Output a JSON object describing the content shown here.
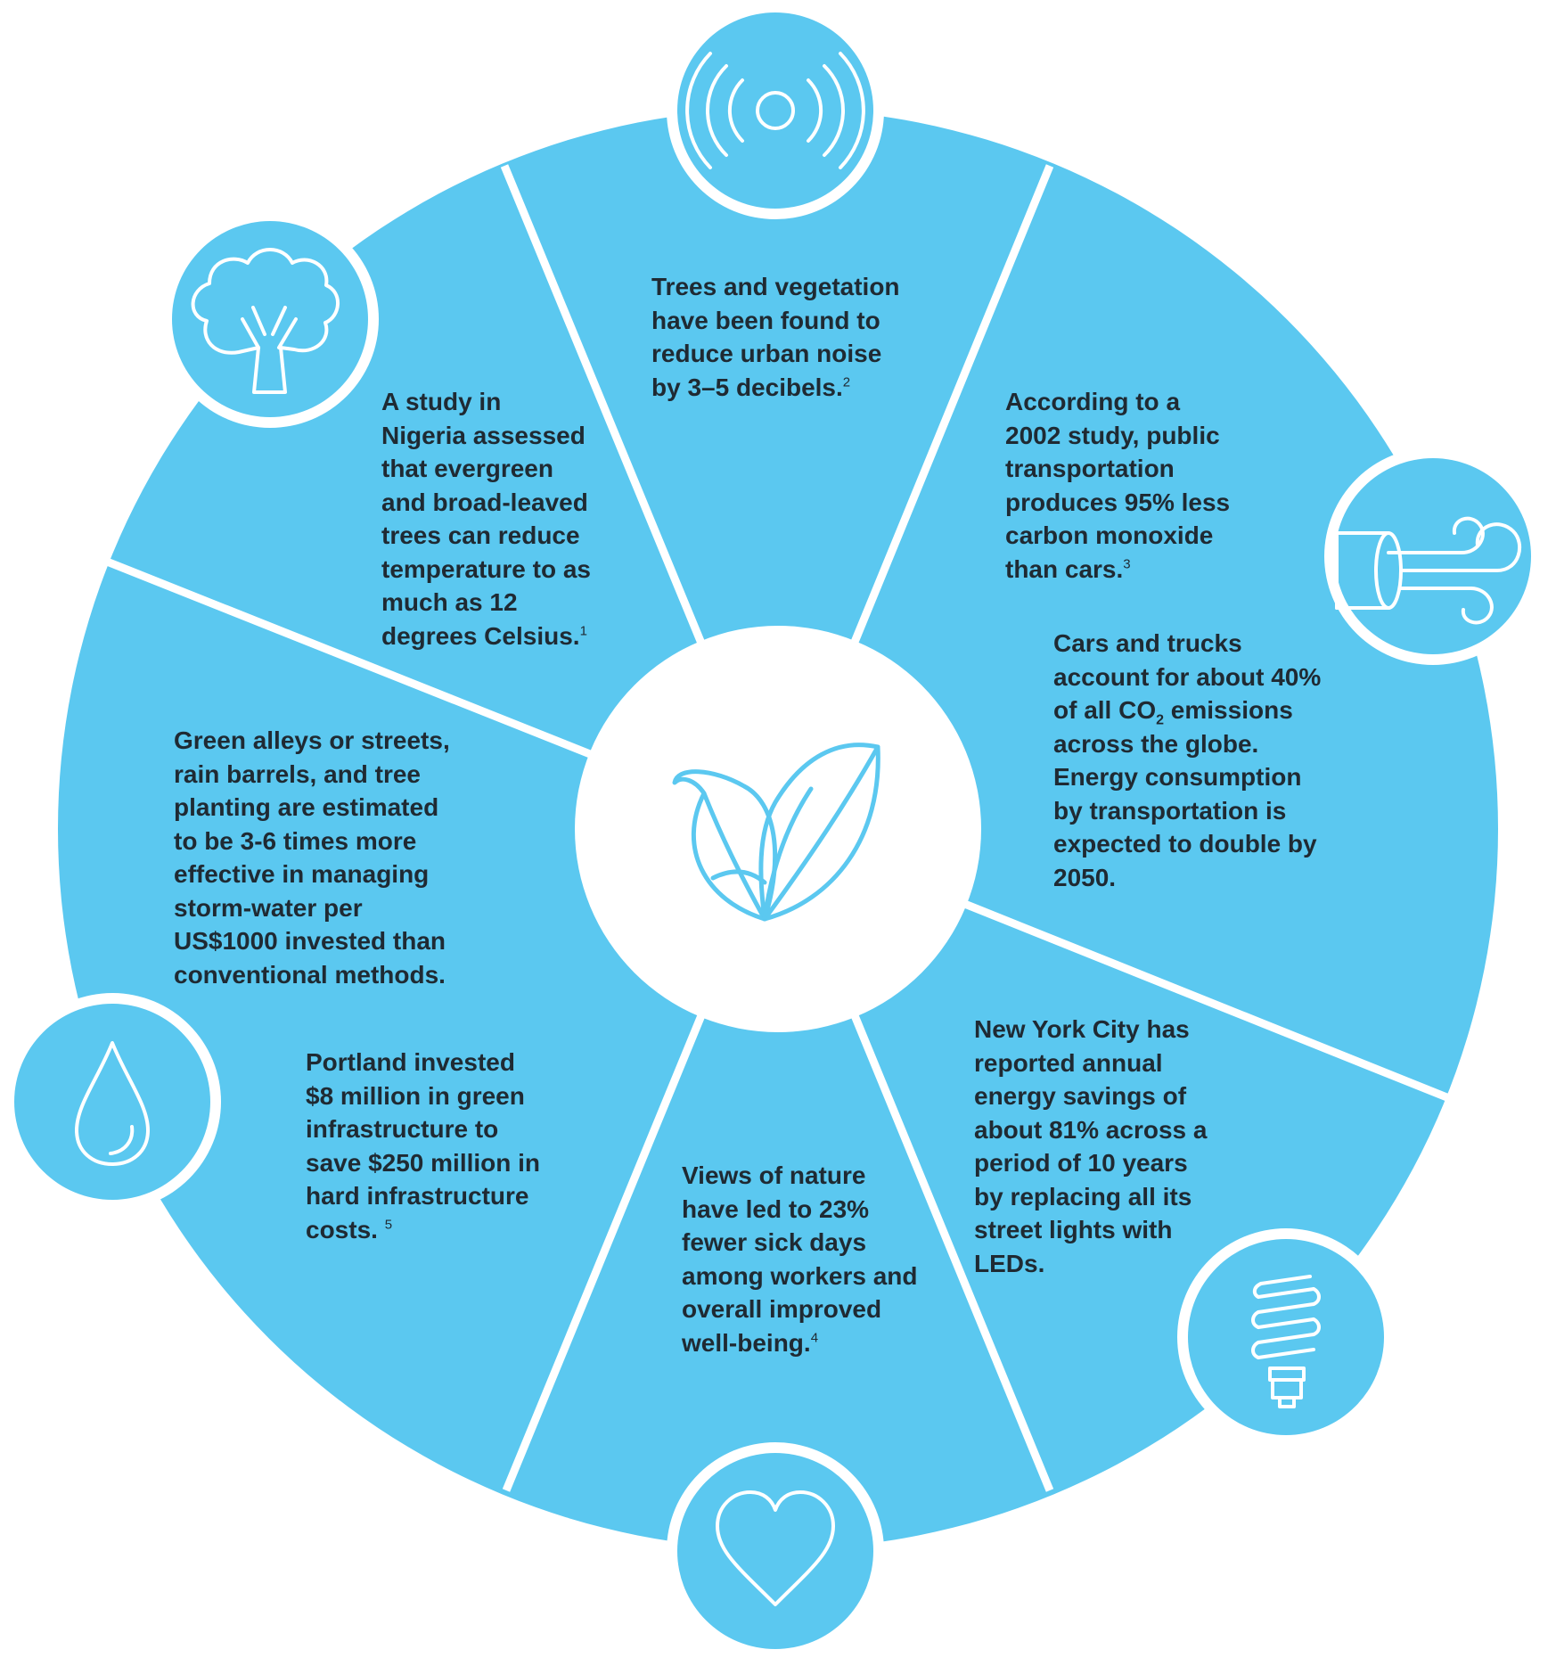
{
  "colors": {
    "segment_fill": "#5bc8f0",
    "separator": "#ffffff",
    "text": "#1f2a33",
    "icon_stroke": "#ffffff",
    "center_icon_stroke": "#5bc8f0"
  },
  "center": {
    "icon": "leaf-sprout-icon"
  },
  "segments": [
    {
      "id": "noise",
      "icon": "sound-waves-icon",
      "lines": [
        "Trees and vegetation",
        "have been found to",
        "reduce urban noise",
        "by 3–5 decibels."
      ],
      "footnote": "2"
    },
    {
      "id": "transport",
      "icon": "wind-air-icon",
      "lines": [
        "According to a",
        "2002 study, public",
        "transportation",
        "produces 95% less",
        "carbon monoxide",
        "than cars."
      ],
      "footnote": "3"
    },
    {
      "id": "emissions",
      "icon": "wind-air-icon",
      "lines": [
        "Cars and trucks",
        "account for about 40%",
        "of all CO",
        "across the globe.",
        "Energy consumption",
        "by transportation is",
        "expected to double by",
        "2050."
      ],
      "co2_subscript": "2",
      "co2_suffix": " emissions"
    },
    {
      "id": "energy",
      "icon": "light-bulb-icon",
      "lines": [
        "New York City has",
        "reported annual",
        "energy savings of",
        "about 81% across a",
        "period of 10 years",
        "by replacing all its",
        "street lights with",
        "LEDs."
      ]
    },
    {
      "id": "wellbeing",
      "icon": "heart-icon",
      "lines": [
        "Views of nature",
        "have led to 23%",
        "fewer sick days",
        "among workers and",
        "overall improved",
        "well-being."
      ],
      "footnote": "4"
    },
    {
      "id": "portland",
      "icon": "water-drop-icon",
      "lines": [
        "Portland invested",
        "$8 million in green",
        "infrastructure to",
        "save $250 million in",
        "hard infrastructure",
        "costs. "
      ],
      "footnote": "5"
    },
    {
      "id": "stormwater",
      "icon": "water-drop-icon",
      "lines": [
        "Green alleys or streets,",
        "rain barrels, and tree",
        "planting are estimated",
        "to be 3-6 times more",
        "effective in managing",
        "storm-water per",
        "US$1000 invested than",
        "conventional methods."
      ]
    },
    {
      "id": "temperature",
      "icon": "tree-icon",
      "lines": [
        "A study in",
        "Nigeria assessed",
        "that evergreen",
        "and broad-leaved",
        "trees can reduce",
        "temperature to as",
        "much as 12",
        "degrees Celsius."
      ],
      "footnote": "1"
    }
  ]
}
